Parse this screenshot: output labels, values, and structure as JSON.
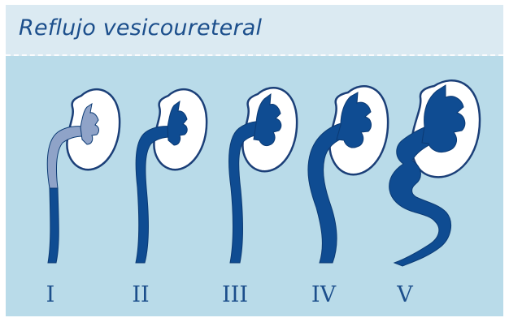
{
  "title": "Reflujo vesicoureteral",
  "grades": [
    {
      "label": "I",
      "dilation": "none",
      "reflux_fill": "partial"
    },
    {
      "label": "II",
      "dilation": "none",
      "reflux_fill": "full"
    },
    {
      "label": "III",
      "dilation": "mild",
      "reflux_fill": "full"
    },
    {
      "label": "IV",
      "dilation": "moderate",
      "reflux_fill": "full"
    },
    {
      "label": "V",
      "dilation": "severe",
      "reflux_fill": "full"
    }
  ],
  "colors": {
    "header_bg": "#dbeaf2",
    "panel_bg": "#b9dbe9",
    "title": "#1c4f8c",
    "kidney_fill": "#ffffff",
    "kidney_outline": "#1b3f78",
    "reflux": "#0f4c92",
    "reflux_light": "#8fa3c8",
    "labels": "#1c4f8c"
  }
}
